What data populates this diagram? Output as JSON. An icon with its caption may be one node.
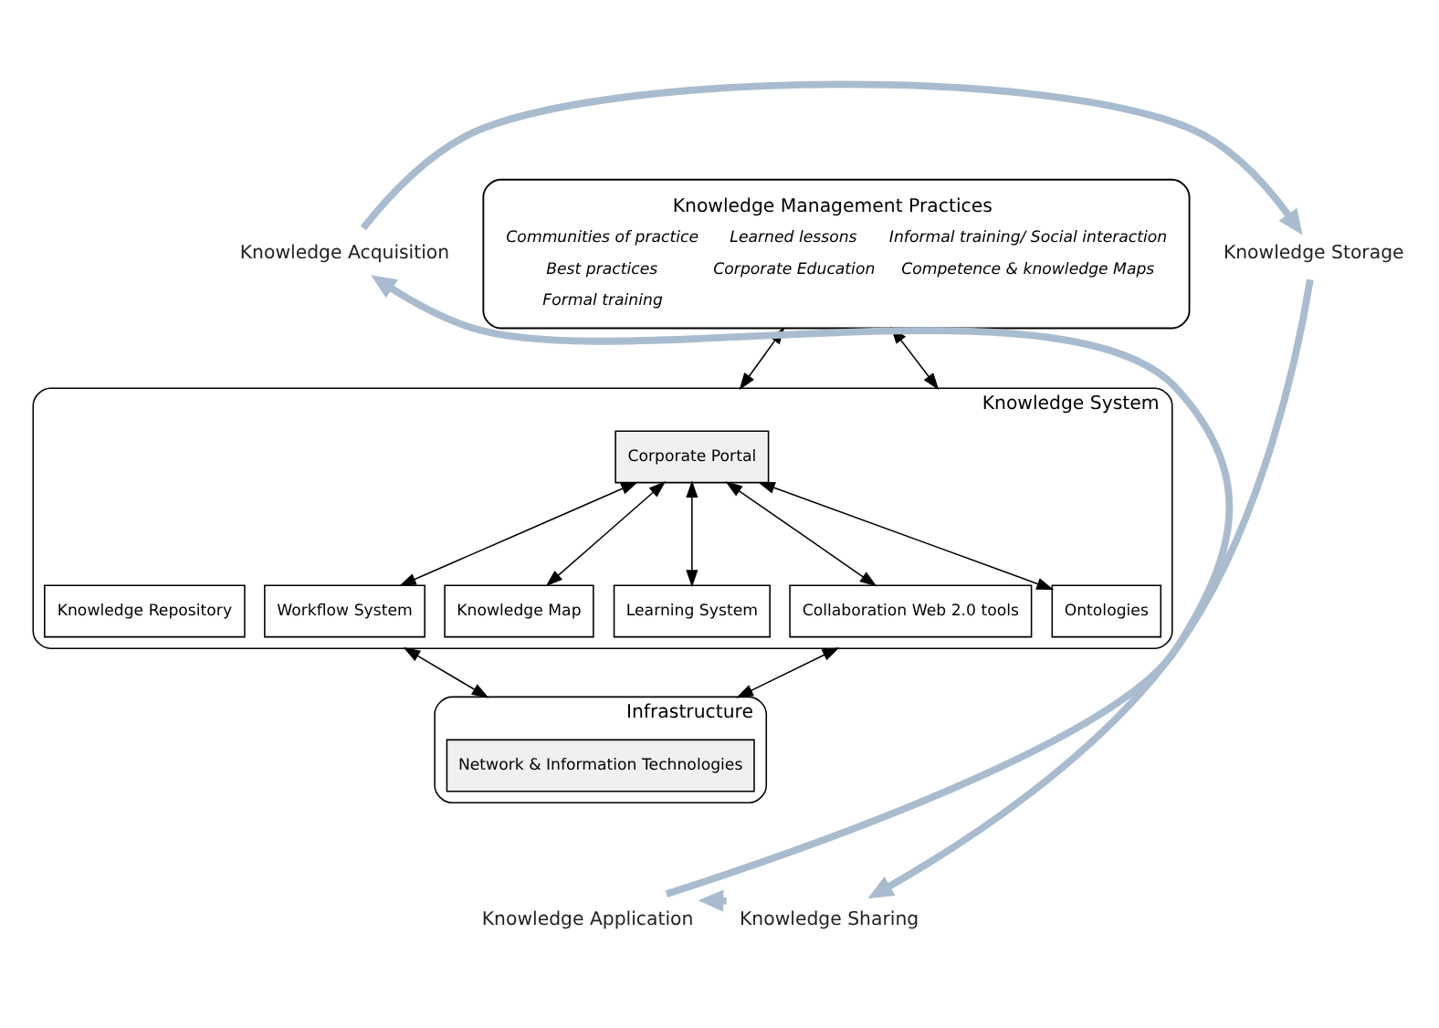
{
  "diagram": {
    "nodes": [
      {
        "text": [
          "Knowledge Management Practices",
          "Communities of practice",
          "Learned lessons",
          "Informal training/ Social interaction",
          "Best practices",
          "Corporate Education",
          "Competence & knowledge Maps",
          "Formal training"
        ]
      },
      {
        "text": [
          "Knowledge System"
        ]
      },
      {
        "text": [
          "Corporate Portal"
        ],
        "in": 1
      },
      {
        "text": [
          "Knowledge Repository"
        ],
        "in": 1
      },
      {
        "text": [
          "Workflow System"
        ],
        "in": 1
      },
      {
        "text": [
          "Knowledge Map"
        ],
        "in": 1
      },
      {
        "text": [
          "Learning System"
        ],
        "in": 1
      },
      {
        "text": [
          "Collaboration Web 2.0 tools"
        ],
        "in": 1
      },
      {
        "text": [
          "Ontologies"
        ],
        "in": 1
      },
      {
        "text": [
          "Infrastructure"
        ]
      },
      {
        "text": [
          "Network & Information Technologies"
        ],
        "in": 9
      },
      {
        "text": [
          "Knowledge Acquisition"
        ]
      },
      {
        "text": [
          "Knowledge Storage"
        ]
      },
      {
        "text": [
          "Knowledge Sharing"
        ]
      },
      {
        "text": [
          "Knowledge Application"
        ]
      }
    ],
    "edges": [
      {
        "from": 0,
        "to": 1,
        "arrow": "both"
      },
      {
        "from": 0,
        "to": 1,
        "arrow": "both"
      },
      {
        "from": 2,
        "to": 4,
        "arrow": "both"
      },
      {
        "from": 2,
        "to": 5,
        "arrow": "both"
      },
      {
        "from": 2,
        "to": 6,
        "arrow": "both"
      },
      {
        "from": 2,
        "to": 7,
        "arrow": "both"
      },
      {
        "from": 2,
        "to": 8,
        "arrow": "both"
      },
      {
        "from": 1,
        "to": 9,
        "arrow": "both"
      },
      {
        "from": 1,
        "to": 9,
        "arrow": "both"
      },
      {
        "from": 11,
        "to": 12,
        "arrow": "to",
        "style": "thick",
        "color": "#a9bccf"
      },
      {
        "from": 12,
        "to": 13,
        "arrow": "to",
        "style": "thick",
        "color": "#a9bccf"
      },
      {
        "from": 13,
        "to": 14,
        "arrow": "to",
        "style": "thick",
        "color": "#a9bccf"
      },
      {
        "from": 14,
        "to": 11,
        "arrow": "to",
        "style": "thick",
        "color": "#a9bccf"
      }
    ]
  }
}
